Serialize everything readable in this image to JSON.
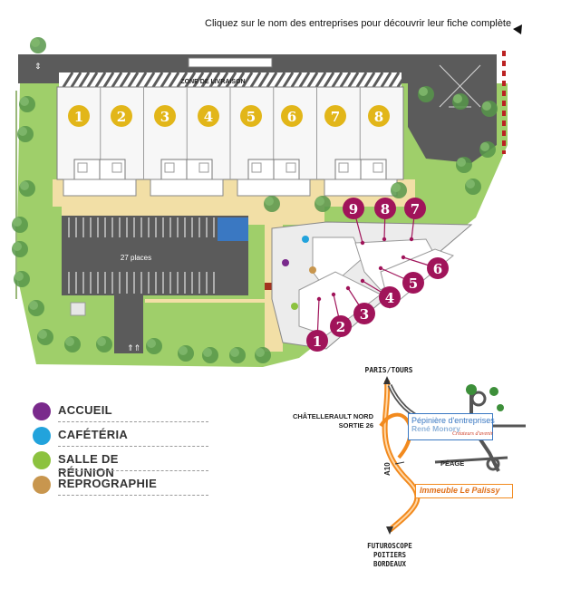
{
  "hint_text": "Cliquez sur le nom des entreprises pour découvrir leur fiche complète",
  "zone_label": "ZONE DE LIVRAISON",
  "parking_label": "27 places",
  "lots_top": [
    "1",
    "2",
    "3",
    "4",
    "5",
    "6",
    "7",
    "8"
  ],
  "offices_pink": [
    "1",
    "2",
    "3",
    "4",
    "5",
    "6",
    "7",
    "8",
    "9"
  ],
  "legend": [
    {
      "label": "ACCUEIL",
      "color": "#7a2a8c"
    },
    {
      "label": "CAFÉTÉRIA",
      "color": "#22a3dc"
    },
    {
      "label": "SALLE DE RÉUNION",
      "color": "#8cc23f"
    },
    {
      "label": "REPROGRAPHIE",
      "color": "#c8964e"
    }
  ],
  "colors": {
    "gold": "#e2b619",
    "pink": "#a0145a",
    "grass": "#9fcf6a",
    "road": "#5b5b5b",
    "paving": "#f2dfa6",
    "building": "#f4f4f4",
    "orange": "#f28a1e"
  },
  "roadmap": {
    "north_label": "PARIS/TOURS",
    "exit_label_1": "CHÂTELLERAULT NORD",
    "exit_label_2": "SORTIE 26",
    "highway": "A10",
    "toll": "PÉAGE",
    "pepiniere_1": "Pépinière d'entreprises",
    "pepiniere_2": "René Monory",
    "pepiniere_3": "Créateurs d'avenir",
    "immeuble": "Immeuble Le Palissy",
    "south_1": "FUTUROSCOPE",
    "south_2": "POITIERS",
    "south_3": "BORDEAUX"
  }
}
